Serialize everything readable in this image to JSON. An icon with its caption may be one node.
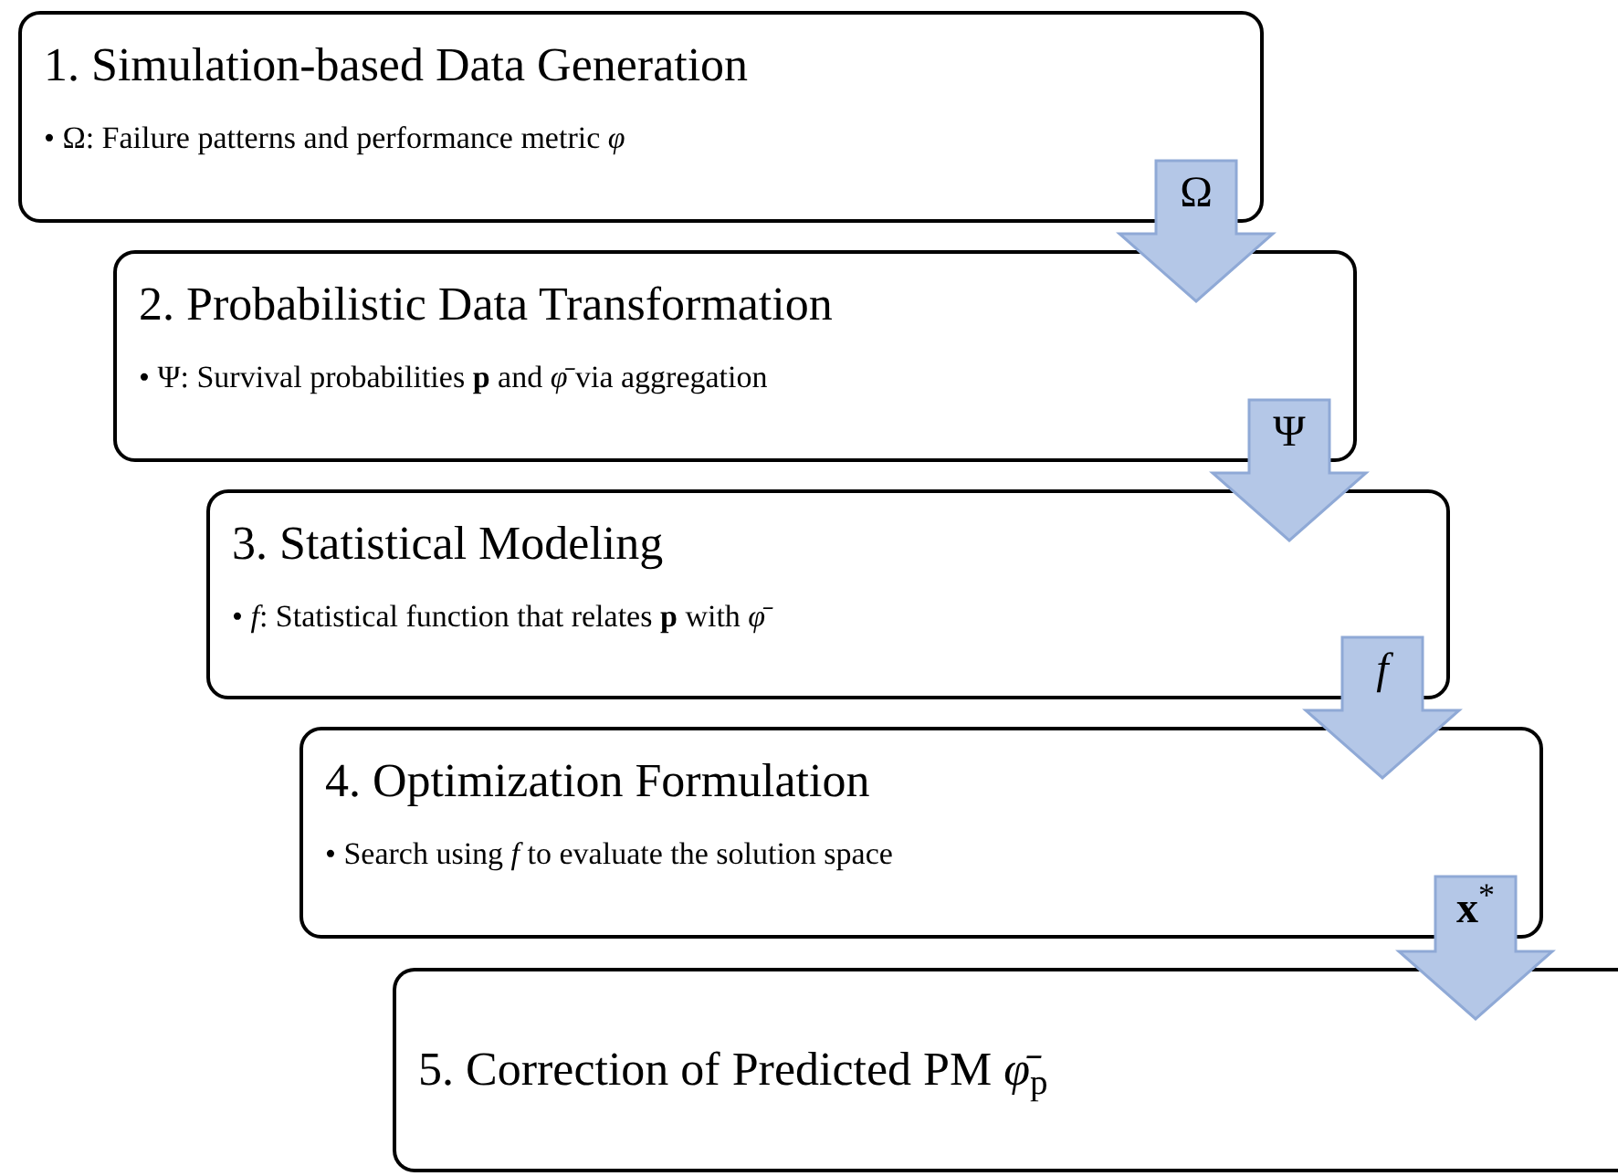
{
  "diagram": {
    "nodes": [
      {
        "text": [
          "1. Simulation-based Data Generation",
          "• Ω: Failure patterns and performance metric *φ*"
        ]
      },
      {
        "text": [
          "2. Probabilistic Data Transformation",
          "• Ψ: Survival probabilities **p** and *φ̄* via aggregation"
        ]
      },
      {
        "text": [
          "3. Statistical Modeling",
          "• *f*: Statistical function that relates **p** with *φ̄*"
        ]
      },
      {
        "text": [
          "4. Optimization Formulation",
          "• Search using *f* to evaluate the solution space"
        ]
      },
      {
        "text": [
          "5. Correction of Predicted PM *φ̄*$_{p}$"
        ]
      }
    ],
    "edges": [
      {
        "from": 0,
        "to": 1,
        "arrow": "to",
        "label": "Ω"
      },
      {
        "from": 1,
        "to": 2,
        "arrow": "to",
        "label": "Ψ"
      },
      {
        "from": 2,
        "to": 3,
        "arrow": "to",
        "label": "*f*"
      },
      {
        "from": 3,
        "to": 4,
        "arrow": "to",
        "label": "**x**$^{*}$"
      }
    ]
  }
}
